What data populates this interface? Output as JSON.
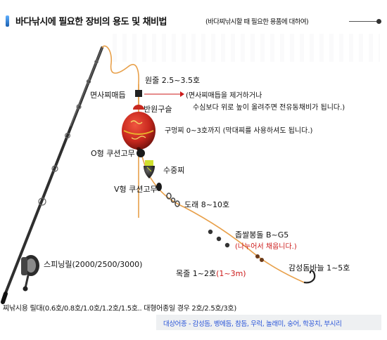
{
  "header": {
    "title": "바다낚시에 필요한 장비의 용도 및 채비법",
    "subtitle": "(바다찌낚시할 때 필요한 용품에 대하여)"
  },
  "labels": {
    "main_line": "원줄 2.5~3.5호",
    "float_stopper": "면사찌매듭",
    "stopper_note_1": "(면사찌매듭을 제거하거나",
    "stopper_note_2": "수심보다 위로 높이 올려주면 전유동채비가 됩니다.)",
    "half_bead": "반원구슬",
    "hole_float": "구멍찌 0~3호까지 (막대찌를 사용하셔도 됩니다.)",
    "o_cushion": "O형 쿠션고무",
    "underwater_float": "수중찌",
    "v_cushion": "V형 쿠션고무",
    "swivel": "도래 8~10호",
    "split_shot": "좁쌀봉돌 B~G5",
    "split_shot_note": "(나누어서 채웁니다.)",
    "leader_prefix": "목줄 1~2호",
    "leader_length": "(1~3m)",
    "hook": "감성돔바늘 1~5호",
    "reel": "스피닝릴(2000/2500/3000)",
    "rod": "찌낚시용 릴대(0.6호/0.8호/1.0호/1.2호/1.5호.. 대형어종일 경우 2호/2.5호/3호)"
  },
  "footer": {
    "targets": "대상어종 - 감성돔, 벵에돔, 참돔, 우럭, 놀래미, 숭어, 학꽁치, 부시리"
  },
  "colors": {
    "rod": "#3a3a3a",
    "line": "#e8a04a",
    "float_red": "#c8281e",
    "accent_red": "#cc1a1a",
    "footer_blue": "#2a55d8"
  }
}
